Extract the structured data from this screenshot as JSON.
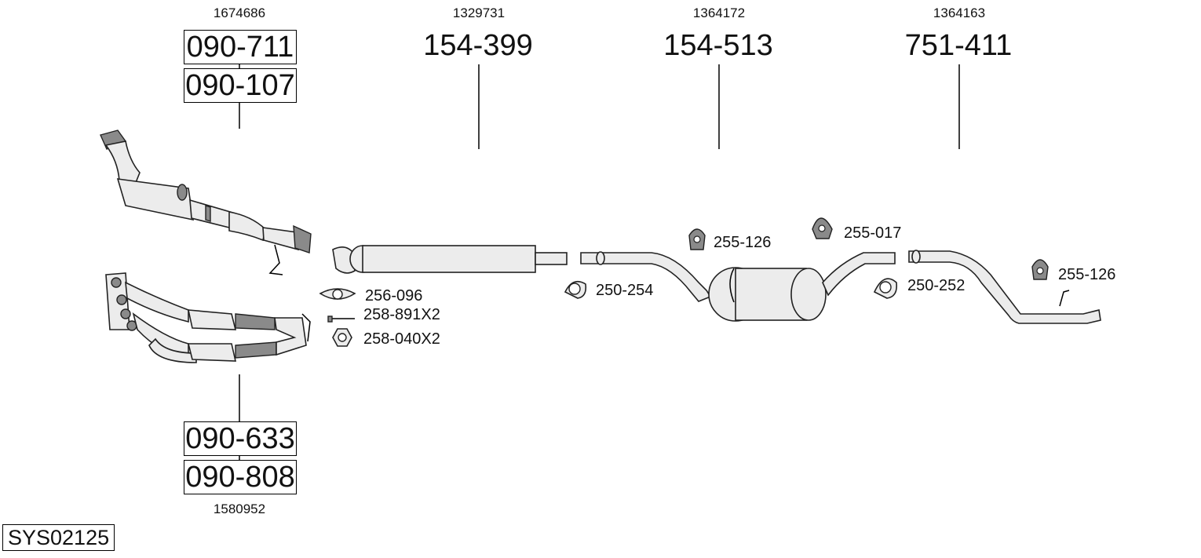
{
  "oem_numbers": {
    "cat_top": "1674686",
    "front_silencer": "1329731",
    "middle_silencer": "1364172",
    "tail_pipe": "1364163",
    "manifold": "1580952"
  },
  "part_numbers": {
    "cat_top_a": "090-711",
    "cat_top_b": "090-107",
    "front_silencer": "154-399",
    "middle_silencer": "154-513",
    "tail_pipe": "751-411",
    "manifold_a": "090-633",
    "manifold_b": "090-808"
  },
  "fittings": {
    "gasket": "256-096",
    "bolt": "258-891X2",
    "nut": "258-040X2",
    "clamp_front": "250-254",
    "hanger_mid": "255-126",
    "hanger_rear_mid": "255-017",
    "clamp_rear": "250-252",
    "hanger_tail": "255-126"
  },
  "system_code": "SYS02125"
}
